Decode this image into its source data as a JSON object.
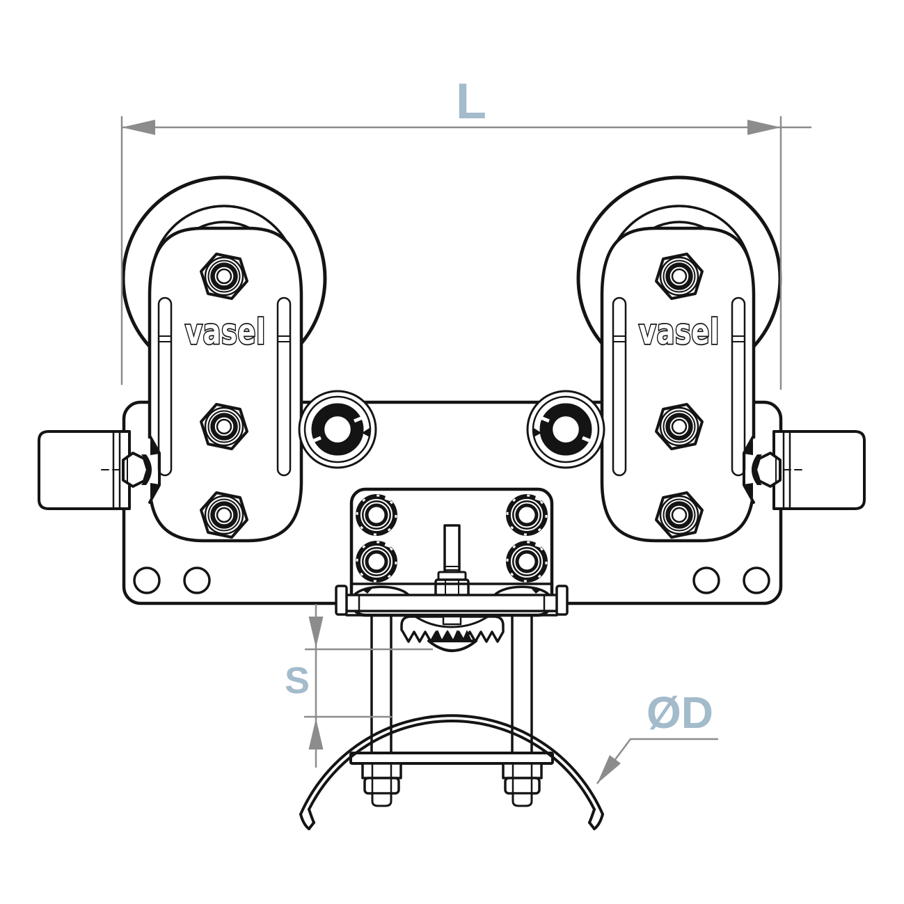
{
  "drawing": {
    "brand_logo_text": "vasel",
    "dimension_labels": {
      "overall_width": "L",
      "adjust_range": "S",
      "cable_diameter": "ØD"
    }
  },
  "colors": {
    "line": "#141414",
    "dim": "#8c8c8c",
    "label": "#a3bbcb",
    "bg": "#ffffff"
  }
}
